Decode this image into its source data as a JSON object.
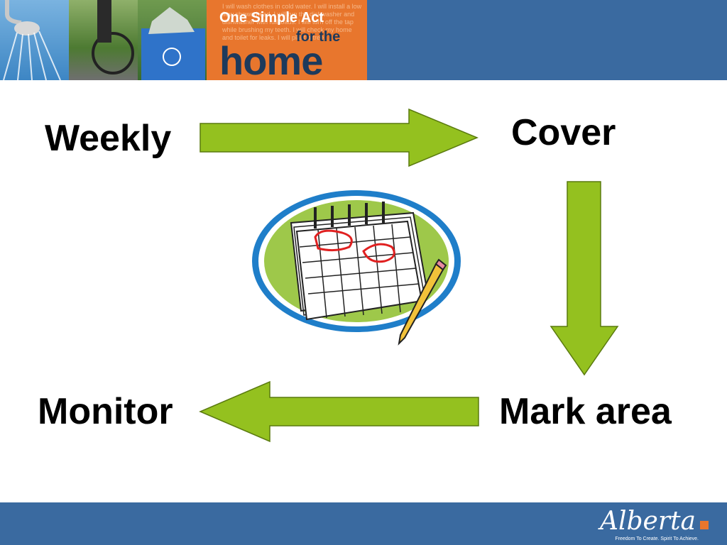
{
  "header": {
    "banner": {
      "background_text": "I will wash clothes in cold water. I will install a low flow showerhead. I will run the dishwasher and dishwasher with full loads. I will turn off the tap while brushing my teeth. I will check my home and toilet for leaks. I will plant a tree.",
      "line1": "One Simple Act",
      "line2": "for the",
      "line3": "home"
    }
  },
  "diagram": {
    "steps": [
      "Weekly",
      "Cover",
      "Mark area",
      "Monitor"
    ]
  },
  "footer": {
    "logo_text": "Alberta",
    "tagline": "Freedom To Create. Spirit To Achieve."
  },
  "colors": {
    "arrow": "#94c11f",
    "header": "#3a6aa0",
    "banner": "#e8762d"
  }
}
